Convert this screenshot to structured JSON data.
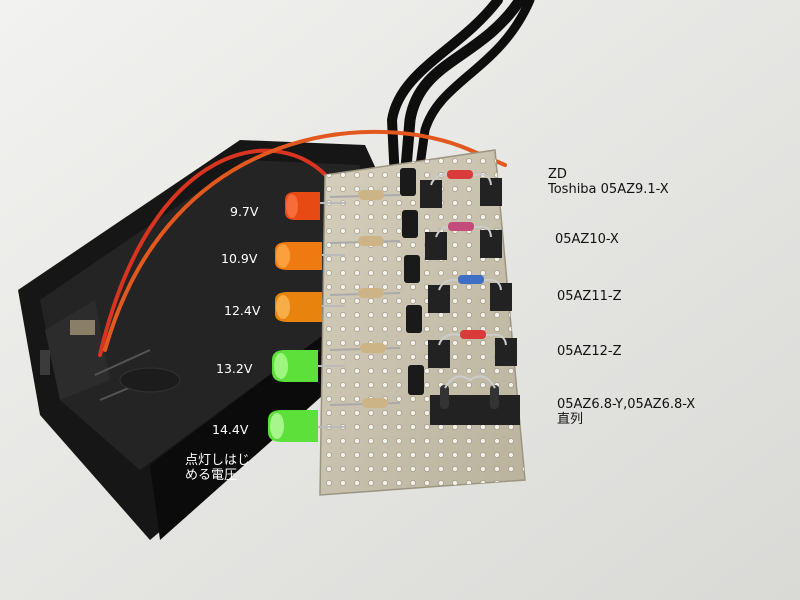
{
  "led_labels": [
    "9.7V",
    "10.9V",
    "12.4V",
    "13.2V",
    "14.4V"
  ],
  "start_voltage_label": [
    "点灯しはじ",
    "める電圧"
  ],
  "zener_labels": {
    "zd": "ZD",
    "zd1": "Toshiba 05AZ9.1-X",
    "zd2": "05AZ10-X",
    "zd3": "05AZ11-Z",
    "zd4": "05AZ12-Z",
    "zd5_line1": "05AZ6.8-Y,05AZ6.8-X",
    "zd5_line2": "直列"
  },
  "colors": {
    "led_red": "#e84a14",
    "led_orange": "#f07a12",
    "led_amber": "#e8840e",
    "led_green": "#5ee03a",
    "board": "#c9c3b0",
    "case": "#161616",
    "wire_red": "#d83420",
    "wire_orange": "#e2581e",
    "cable_black": "#0e0e0e"
  }
}
